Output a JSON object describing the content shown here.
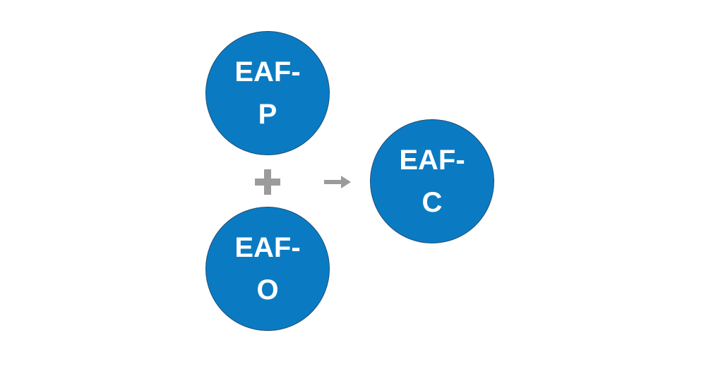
{
  "diagram": {
    "nodes": [
      {
        "id": "p",
        "label": "EAF-\nP"
      },
      {
        "id": "o",
        "label": "EAF-\nO"
      },
      {
        "id": "c",
        "label": "EAF-\nC"
      }
    ],
    "operators": {
      "plus": "+",
      "arrow": "→"
    }
  },
  "colors": {
    "node_fill": "#0a7bc2",
    "node_border": "#1f4f7a",
    "label_text": "#ffffff",
    "operator": "#9b9b9b"
  }
}
